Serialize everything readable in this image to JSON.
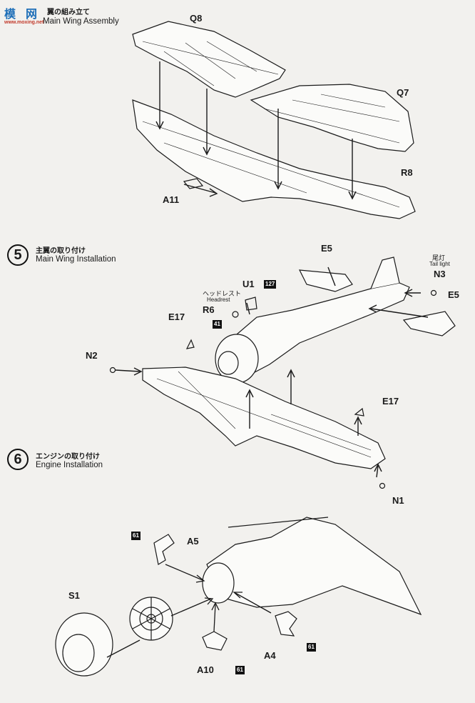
{
  "watermark": {
    "chars": [
      "模",
      "网"
    ],
    "url": "www.moxing.net"
  },
  "step4": {
    "title_jp": "翼の組み立て",
    "title_en": "Main Wing Assembly"
  },
  "step5": {
    "number": "5",
    "title_jp": "主翼の取り付け",
    "title_en": "Main Wing Installation"
  },
  "step6": {
    "number": "6",
    "title_jp": "エンジンの取り付け",
    "title_en": "Engine Installation"
  },
  "parts": {
    "q8": "Q8",
    "q7": "Q7",
    "r8": "R8",
    "a11": "A11",
    "e5a": "E5",
    "e5b": "E5",
    "n3": "N3",
    "u1": "U1",
    "r6": "R6",
    "e17a": "E17",
    "e17b": "E17",
    "n2": "N2",
    "n1": "N1",
    "a5": "A5",
    "s1": "S1",
    "a4": "A4",
    "a10": "A10"
  },
  "notes": {
    "headrest_jp": "ヘッドレスト",
    "headrest_en": "Headrest",
    "taillight_jp": "尾灯",
    "taillight_en": "Tail light"
  },
  "badges": {
    "b127": "127",
    "b41": "41",
    "b61a": "61",
    "b61b": "61",
    "b61c": "61"
  }
}
